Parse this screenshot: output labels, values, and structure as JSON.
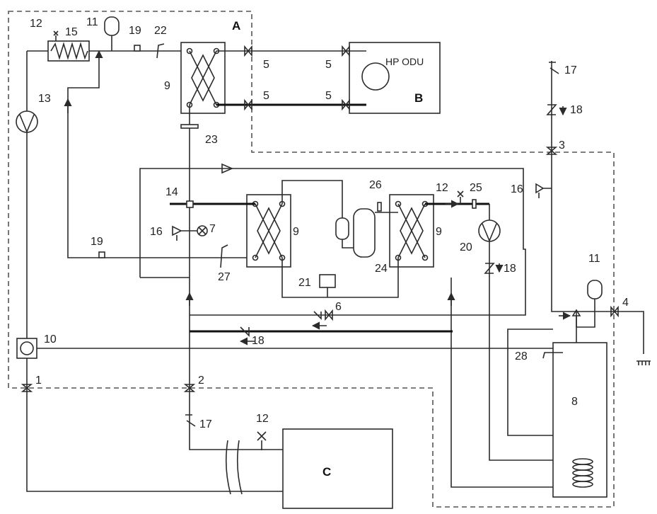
{
  "areas": {
    "a": "A",
    "b": "B",
    "c": "C"
  },
  "odu_text": "HP  ODU",
  "labels": {
    "n1": "1",
    "n2": "2",
    "n3": "3",
    "n4": "4",
    "n5a": "5",
    "n5b": "5",
    "n5c": "5",
    "n5d": "5",
    "n6": "6",
    "n7": "7",
    "n8": "8",
    "n9a": "9",
    "n9b": "9",
    "n9c": "9",
    "n10": "10",
    "n11a": "11",
    "n11b": "11",
    "n12a": "12",
    "n12b": "12",
    "n12c": "12",
    "n13": "13",
    "n14": "14",
    "n15": "15",
    "n16a": "16",
    "n16b": "16",
    "n17a": "17",
    "n17b": "17",
    "n18a": "18",
    "n18b": "18",
    "n18c": "18",
    "n19a": "19",
    "n19b": "19",
    "n20": "20",
    "n21": "21",
    "n22": "22",
    "n23": "23",
    "n24": "24",
    "n25": "25",
    "n26": "26",
    "n27": "27",
    "n28": "28"
  },
  "colors": {
    "line": "#2b2b2b",
    "dashed_boundary": "#555555",
    "background": "#ffffff"
  }
}
